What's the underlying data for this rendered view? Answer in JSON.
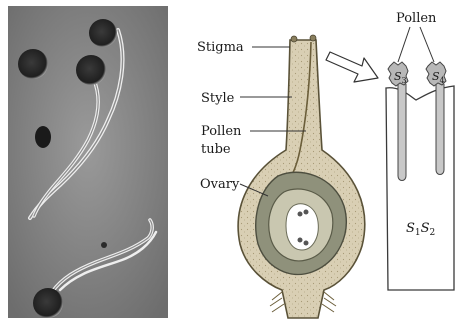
{
  "figure": {
    "micrograph": {
      "description": "pollen grains with pollen tubes (micrograph)"
    },
    "pistil_diagram": {
      "labels": {
        "stigma": "Stigma",
        "style": "Style",
        "pollen_tube_line1": "Pollen",
        "pollen_tube_line2": "tube",
        "ovary": "Ovary"
      }
    },
    "incompatibility_inset": {
      "pollen_label": "Pollen",
      "grain_left_main": "S",
      "grain_left_sub": "3",
      "grain_right_main": "S",
      "grain_right_sub": "4",
      "genotype_s1": "S",
      "genotype_sub1": "1",
      "genotype_s2": "S",
      "genotype_sub2": "2"
    },
    "colors": {
      "pistil_fill": "#d9cfb4",
      "ovary_fill": "#9fa08c",
      "micro_bg": "#8a8a8a",
      "pollen_grain": "#2c2c2c",
      "tube": "#e8e8e8"
    }
  }
}
